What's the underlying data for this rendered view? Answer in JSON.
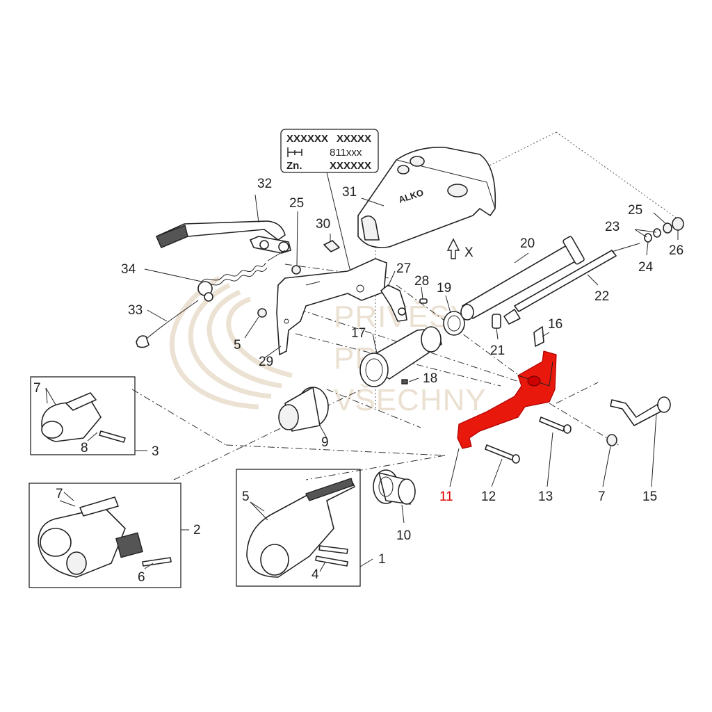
{
  "watermark": {
    "lines": [
      "PRIVĚSY",
      "PRO",
      "VŠECHNY"
    ]
  },
  "type_plate": {
    "row1_left": "XXXXXX",
    "row1_right": "XXXXX",
    "row2_right": "811xxx",
    "row3_left": "Zn.",
    "row3_right": "XXXXXX"
  },
  "view_marker": {
    "label": "X"
  },
  "cover_logo": "ALKO",
  "highlight_color": "#e8180c",
  "callouts": {
    "c1": "1",
    "c2": "2",
    "c3": "3",
    "c4": "4",
    "c5a": "5",
    "c5b": "5",
    "c6": "6",
    "c7a": "7",
    "c7b": "7",
    "c7c": "7",
    "c8": "8",
    "c9": "9",
    "c10": "10",
    "c11": "11",
    "c12": "12",
    "c13": "13",
    "c15": "15",
    "c16": "16",
    "c17": "17",
    "c18": "18",
    "c19": "19",
    "c20": "20",
    "c21": "21",
    "c22": "22",
    "c23": "23",
    "c24": "24",
    "c25a": "25",
    "c25b": "25",
    "c26": "26",
    "c27": "27",
    "c28": "28",
    "c29": "29",
    "c30": "30",
    "c31": "31",
    "c32": "32",
    "c33": "33",
    "c34": "34"
  },
  "highlighted_part": "11"
}
